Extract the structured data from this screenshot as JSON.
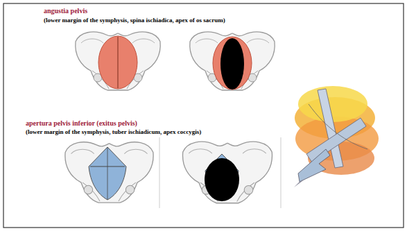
{
  "diagram": {
    "labels": [
      "angustia pelvis",
      "(lower margin of the symphysis, spina ischiadica, apex of os sacrum)",
      "apertura pelvis inferior (exitus pelvis)",
      "(lower margin of the symphysis, tuber ischiadicum, apex coccygis)"
    ]
  }
}
